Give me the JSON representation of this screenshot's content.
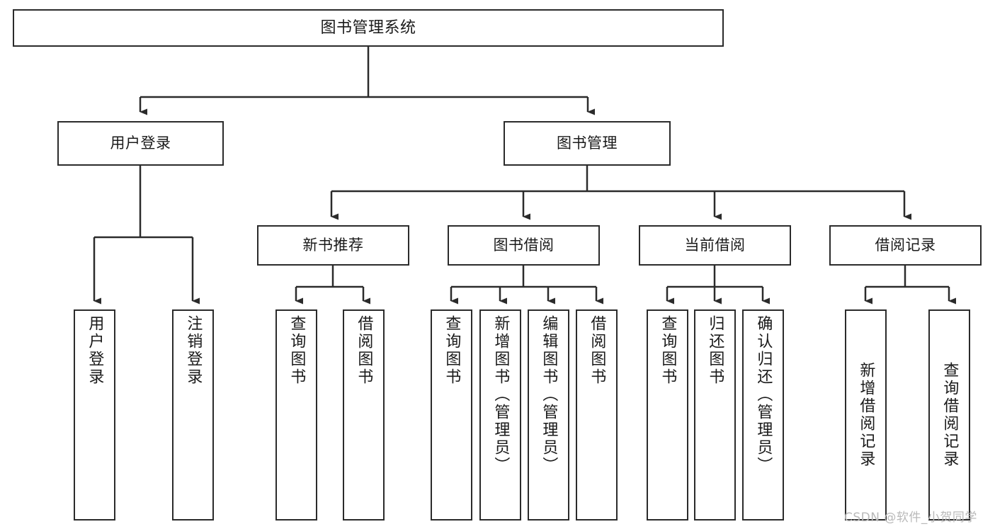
{
  "diagram": {
    "title": "图书管理系统",
    "type": "hierarchy-tree",
    "colors": {
      "stroke": "#2b2b2b",
      "fill": "#ffffff",
      "text": "#1a1a1a",
      "watermark": "#b9b9b9"
    },
    "root": {
      "label": "图书管理系统"
    },
    "level2": [
      {
        "label": "用户登录"
      },
      {
        "label": "图书管理"
      }
    ],
    "level3": [
      {
        "label": "新书推荐"
      },
      {
        "label": "图书借阅"
      },
      {
        "label": "当前借阅"
      },
      {
        "label": "借阅记录"
      }
    ],
    "leaves": {
      "user_login": [
        {
          "label": "用户登录"
        },
        {
          "label": "注销登录"
        }
      ],
      "new_book_recommend": [
        {
          "label": "查询图书"
        },
        {
          "label": "借阅图书"
        }
      ],
      "book_borrow": [
        {
          "label": "查询图书"
        },
        {
          "label": "新增图书（管理员）"
        },
        {
          "label": "编辑图书（管理员）"
        },
        {
          "label": "借阅图书"
        }
      ],
      "current_borrow": [
        {
          "label": "查询图书"
        },
        {
          "label": "归还图书"
        },
        {
          "label": "确认归还（管理员）"
        }
      ],
      "borrow_record": [
        {
          "label": "新增借阅记录"
        },
        {
          "label": "查询借阅记录"
        }
      ]
    }
  },
  "watermark": {
    "text": "CSDN @软件_小贺同学"
  }
}
